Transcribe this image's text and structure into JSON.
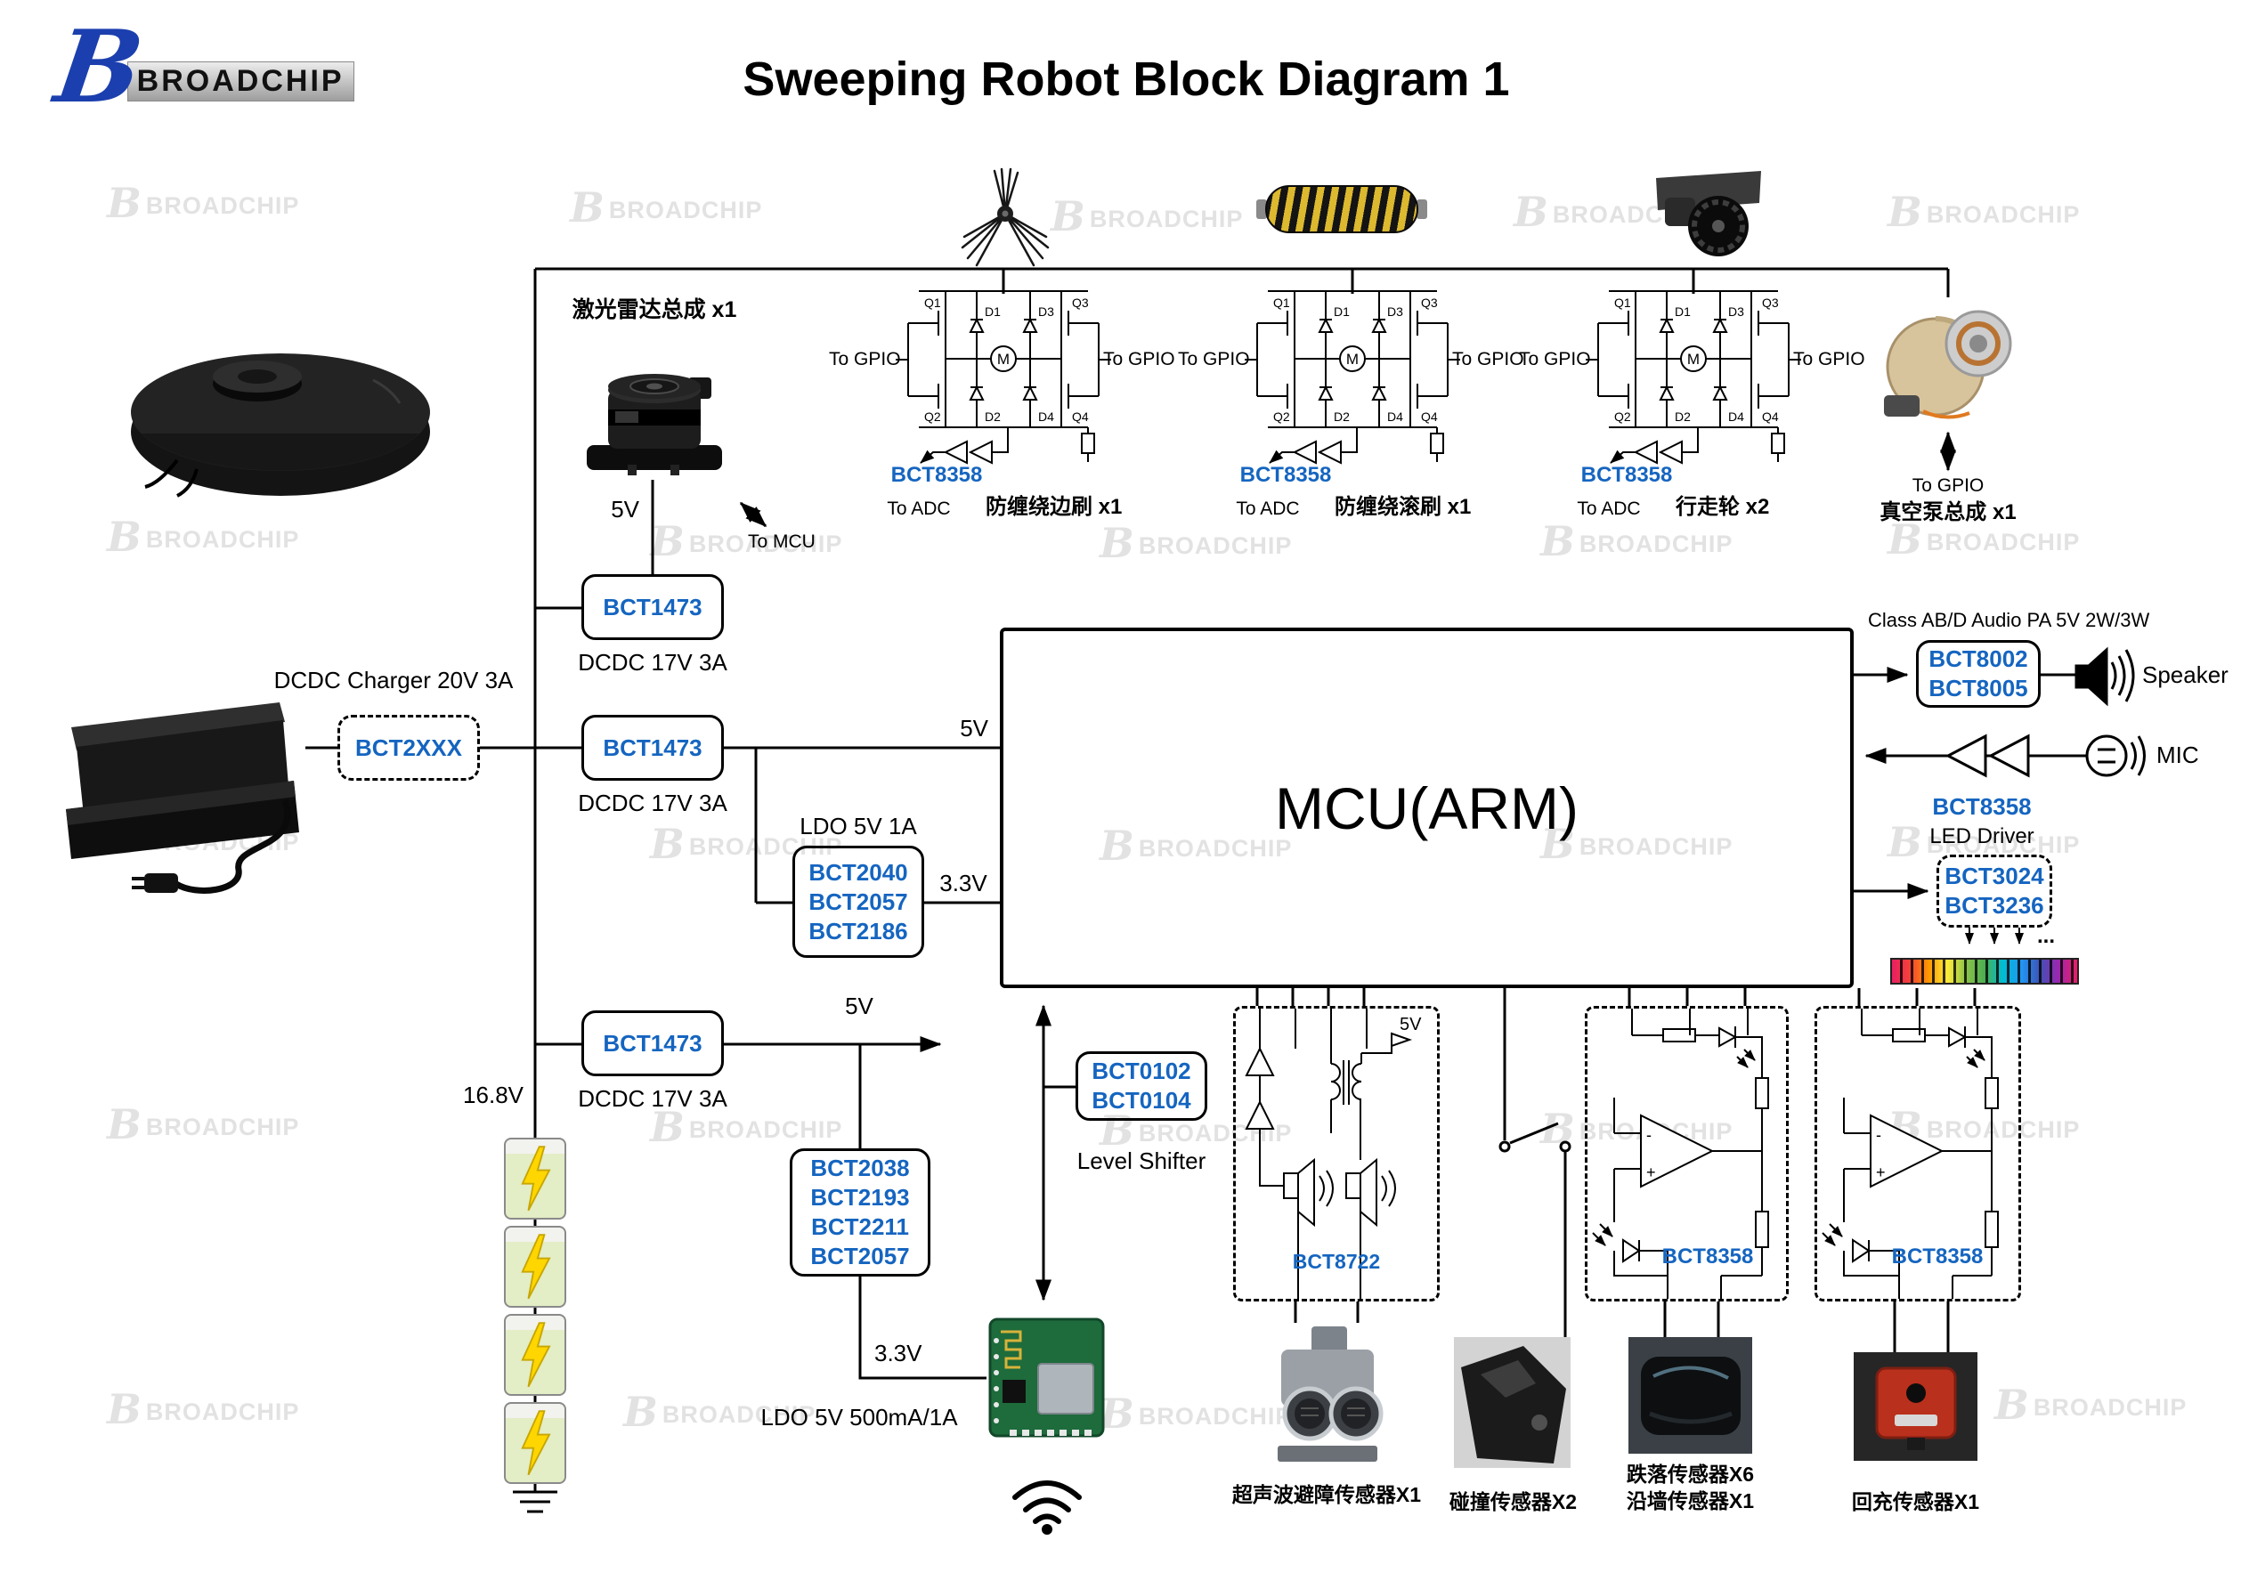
{
  "meta": {
    "title": "Sweeping Robot Block Diagram 1",
    "brand": "BROADCHIP",
    "logo_b": "B",
    "watermark": "BROADCHIP"
  },
  "colors": {
    "chip_text": "#1565c0",
    "logo_blue": "#1b3fae"
  },
  "labels": {
    "lidar": "激光雷达总成 x1",
    "to_mcu": "To MCU",
    "to_adc": "To ADC",
    "to_gpio": "To GPIO",
    "v5": "5V",
    "v33": "3.3V",
    "v168": "16.8V",
    "charger": "DCDC Charger 20V 3A",
    "dcdc": "DCDC 17V 3A",
    "ldo1": "LDO 5V 1A",
    "ldo2": "LDO  5V 500mA/1A",
    "level_shifter": "Level Shifter",
    "audio_pa": "Class  AB/D Audio PA 5V 2W/3W",
    "speaker": "Speaker",
    "mic": "MIC",
    "led_driver": "LED Driver",
    "vacuum": "真空泵总成 x1",
    "mcu": "MCU(ARM)",
    "ellipsis": "..."
  },
  "chips": {
    "charger": "BCT2XXX",
    "dcdc": "BCT1473",
    "motor": "BCT8358",
    "ultrasonic": "BCT8722",
    "ldo1": [
      "BCT2040",
      "BCT2057",
      "BCT2186"
    ],
    "ldo2": [
      "BCT2038",
      "BCT2193",
      "BCT2211",
      "BCT2057"
    ],
    "level": [
      "BCT0102",
      "BCT0104"
    ],
    "audio": [
      "BCT8002",
      "BCT8005"
    ],
    "led": [
      "BCT3024",
      "BCT3236"
    ]
  },
  "hbridge": {
    "q1": "Q1",
    "q2": "Q2",
    "q3": "Q3",
    "q4": "Q4",
    "d1": "D1",
    "d2": "D2",
    "d3": "D3",
    "d4": "D4",
    "m": "M"
  },
  "symbols": {
    "plus": "+",
    "minus": "-"
  },
  "bridges": [
    {
      "name": "防缠绕边刷 x1"
    },
    {
      "name": "防缠绕滚刷 x1"
    },
    {
      "name": "行走轮 x2"
    }
  ],
  "sensors": [
    {
      "label": "超声波避障传感器X1"
    },
    {
      "label": "碰撞传感器X2"
    },
    {
      "label": "跌落传感器X6",
      "label2": "沿墙传感器X1"
    },
    {
      "label": "回充传感器X1"
    }
  ]
}
